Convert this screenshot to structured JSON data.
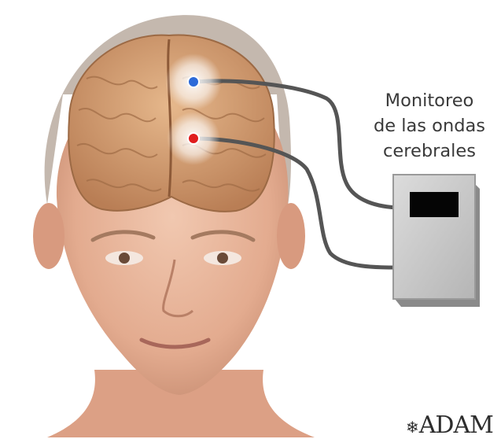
{
  "caption": {
    "lines": [
      "Monitoreo",
      "de las ondas",
      "cerebrales"
    ]
  },
  "logo": {
    "text": "ADAM"
  },
  "electrodes": [
    {
      "color": "#2d6ad8"
    },
    {
      "color": "#e01d1d"
    }
  ],
  "colors": {
    "skin": "#e8b49a",
    "brain": "#d7a47a",
    "cable": "#555555",
    "monitor_body": "#c9c9c9",
    "monitor_screen": "#050505"
  }
}
